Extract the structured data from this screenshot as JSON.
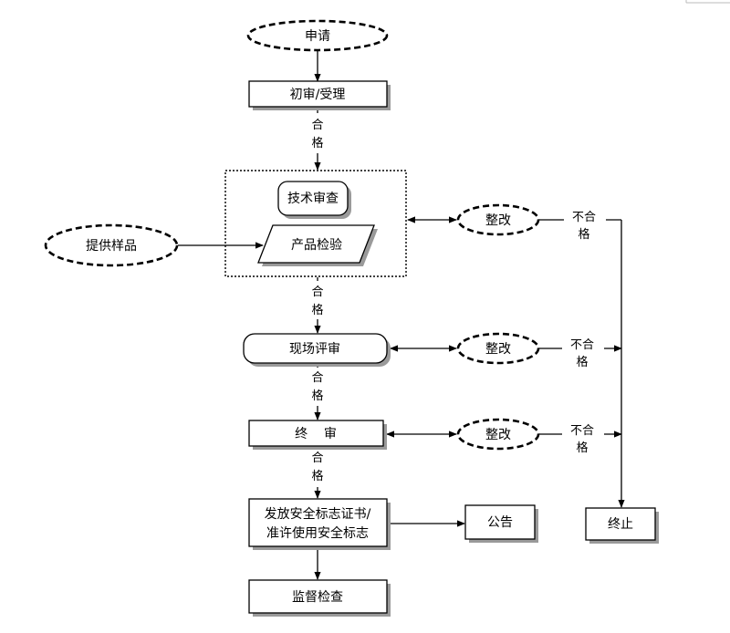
{
  "nodes": {
    "apply": "申请",
    "initial_review": "初审/受理",
    "tech_review": "技术审查",
    "product_test": "产品检验",
    "provide_samples": "提供样品",
    "site_review": "现场评审",
    "final_review": "终    审",
    "issue_cert_line1": "发放安全标志证书/",
    "issue_cert_line2": "准许使用安全标志",
    "announcement": "公告",
    "terminate": "终止",
    "supervision": "监督检查",
    "rectify_1": "整改",
    "rectify_2": "整改",
    "rectify_3": "整改"
  },
  "edge_labels": {
    "pass_char_1": "合",
    "pass_char_2": "格",
    "fail_top": "不合",
    "fail_bottom": "格"
  }
}
